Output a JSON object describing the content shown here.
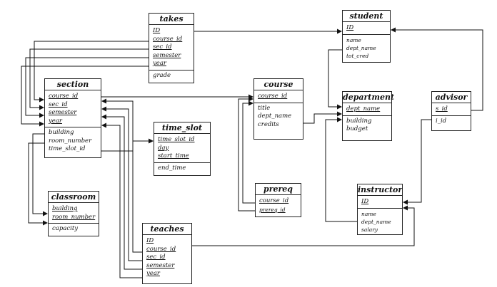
{
  "tables": {
    "takes": {
      "name": "takes",
      "attrs": [
        {
          "text": "ID",
          "pk": true
        },
        {
          "text": "course_id",
          "pk": true
        },
        {
          "text": "sec_id",
          "pk": true
        },
        {
          "text": "semester",
          "pk": true
        },
        {
          "text": "year",
          "pk": true
        },
        {
          "text": "grade",
          "pk": false
        }
      ]
    },
    "student": {
      "name": "student",
      "attrs": [
        {
          "text": "ID",
          "pk": true
        },
        {
          "text": "name",
          "pk": false
        },
        {
          "text": "dept_name",
          "pk": false
        },
        {
          "text": "tot_cred",
          "pk": false
        }
      ]
    },
    "section": {
      "name": "section",
      "attrs": [
        {
          "text": "course_id",
          "pk": true
        },
        {
          "text": "sec_id",
          "pk": true
        },
        {
          "text": "semester",
          "pk": true
        },
        {
          "text": "year",
          "pk": true
        },
        {
          "text": "building",
          "pk": false
        },
        {
          "text": "room_number",
          "pk": false
        },
        {
          "text": "time_slot_id",
          "pk": false
        }
      ]
    },
    "course": {
      "name": "course",
      "attrs": [
        {
          "text": "course_id",
          "pk": true
        },
        {
          "text": "title",
          "pk": false
        },
        {
          "text": "dept_name",
          "pk": false
        },
        {
          "text": "credits",
          "pk": false
        }
      ]
    },
    "department": {
      "name": "department",
      "attrs": [
        {
          "text": "dept_name",
          "pk": true
        },
        {
          "text": "building",
          "pk": false
        },
        {
          "text": "budget",
          "pk": false
        }
      ]
    },
    "advisor": {
      "name": "advisor",
      "attrs": [
        {
          "text": "s_id",
          "pk": true
        },
        {
          "text": "i_id",
          "pk": false
        }
      ]
    },
    "time_slot": {
      "name": "time_slot",
      "attrs": [
        {
          "text": "time_slot_id",
          "pk": true
        },
        {
          "text": "day",
          "pk": true
        },
        {
          "text": "start_time",
          "pk": true
        },
        {
          "text": "end_time",
          "pk": false
        }
      ]
    },
    "classroom": {
      "name": "classroom",
      "attrs": [
        {
          "text": "building",
          "pk": true
        },
        {
          "text": "room_number",
          "pk": true
        },
        {
          "text": "capacity",
          "pk": false
        }
      ]
    },
    "prereq": {
      "name": "prereq",
      "attrs": [
        {
          "text": "course_id",
          "pk": true
        },
        {
          "text": "prereq_id",
          "pk": true
        }
      ]
    },
    "instructor": {
      "name": "instructor",
      "attrs": [
        {
          "text": "ID",
          "pk": true
        },
        {
          "text": "name",
          "pk": false
        },
        {
          "text": "dept_name",
          "pk": false
        },
        {
          "text": "salary",
          "pk": false
        }
      ]
    },
    "teaches": {
      "name": "teaches",
      "attrs": [
        {
          "text": "ID",
          "pk": true
        },
        {
          "text": "course_id",
          "pk": true
        },
        {
          "text": "sec_id",
          "pk": true
        },
        {
          "text": "semester",
          "pk": true
        },
        {
          "text": "year",
          "pk": true
        }
      ]
    }
  }
}
